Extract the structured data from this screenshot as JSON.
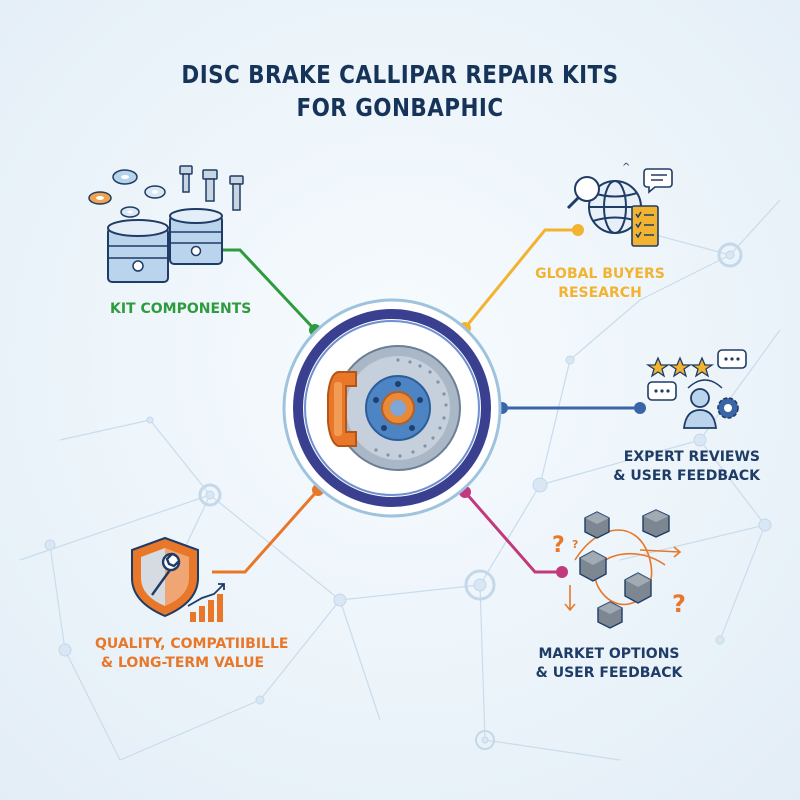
{
  "title": {
    "line1": "DISC BRAKE CALLIPAR REPAIR KITS",
    "line2": "FOR GONBAPHIC"
  },
  "branches": {
    "kit_components": {
      "label": "KIT COMPONENTS",
      "color": "#2e9b3c"
    },
    "global_buyers": {
      "line1": "GLOBAL BUYERS",
      "line2": "RESEARCH",
      "color": "#f2b331"
    },
    "expert_reviews": {
      "line1": "EXPERT REVIEWS",
      "line2": "& USER FEEDBACK",
      "color": "#1e3c66"
    },
    "market_options": {
      "line1": "MARKET OPTIONS",
      "line2": "& USER FEEDBACK",
      "color": "#c23a7b"
    },
    "quality": {
      "line1": "QUALITY, COMPATIIBILLE",
      "line2": "& LONG-TERM VALUE",
      "color": "#e8772a"
    }
  },
  "hub": {
    "icon": "brake-disc-caliper-icon",
    "ring_outer": "#9ec3df",
    "ring_inner": "#3b3f8f"
  },
  "icons": [
    "washer-icon",
    "bolt-icon",
    "piston-icon",
    "magnifier-globe-icon",
    "checklist-icon",
    "chat-bubble-icon",
    "star-icon",
    "user-gear-icon",
    "box-icon",
    "question-mark-icon",
    "shield-wrench-icon",
    "growth-chart-icon"
  ]
}
